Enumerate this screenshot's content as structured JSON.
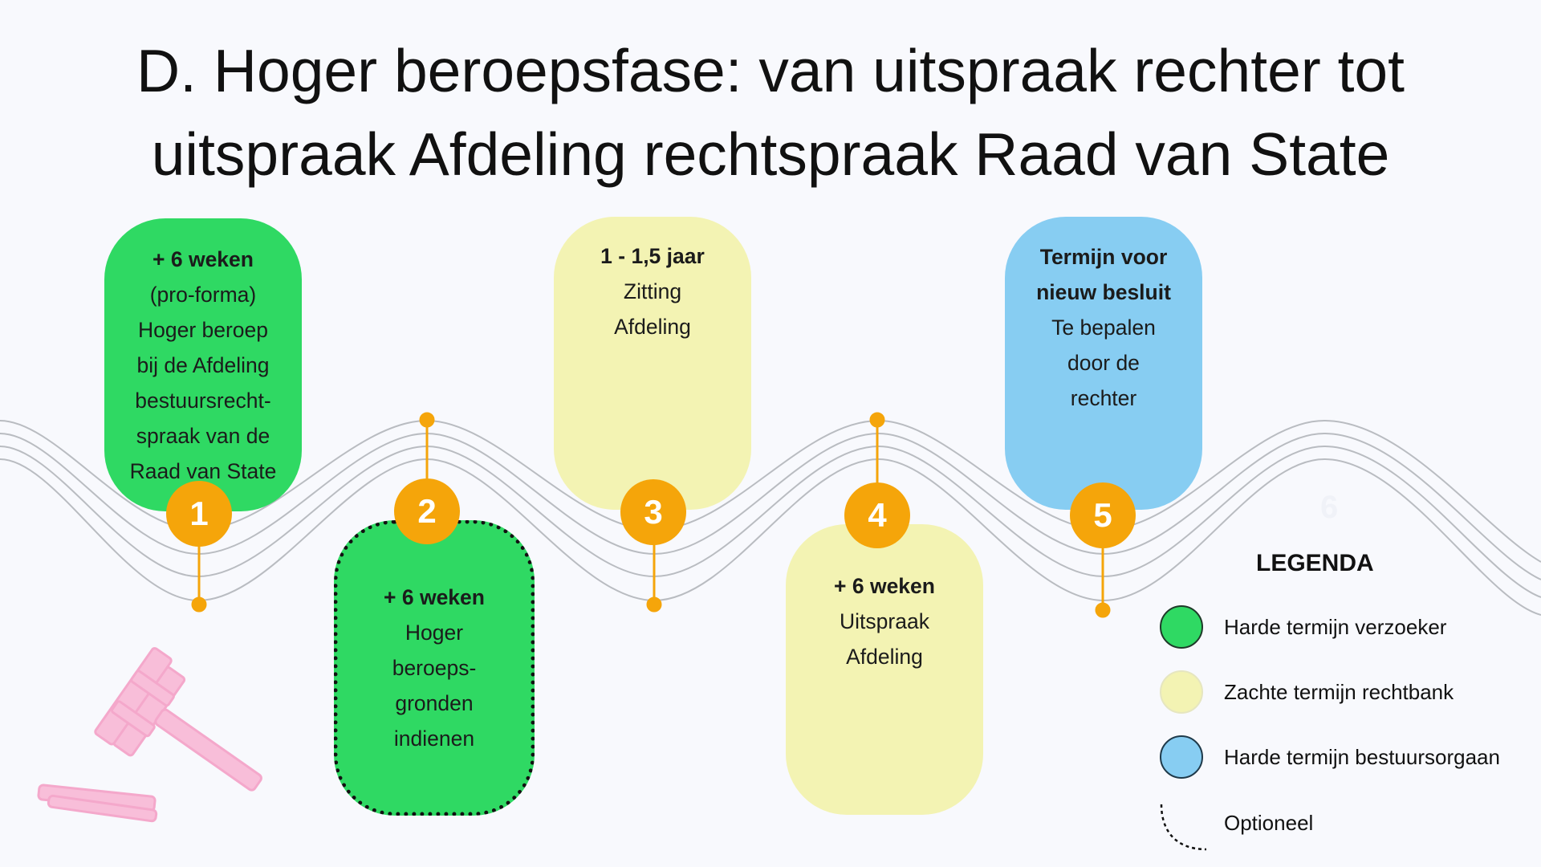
{
  "title": {
    "line1": "D. Hoger beroepsfase: van uitspraak rechter tot",
    "line2": "uitspraak Afdeling rechtspraak Raad van State"
  },
  "steps": [
    {
      "number": "1",
      "lines": [
        "+ 6 weken",
        "(pro-forma)",
        "Hoger beroep",
        "bij de Afdeling",
        "bestuursrecht-",
        "spraak van de",
        "Raad van State"
      ],
      "bold_lines": 1,
      "type": "green",
      "optional": false
    },
    {
      "number": "2",
      "lines": [
        "+ 6 weken",
        "Hoger",
        "beroeps-",
        "gronden",
        "indienen"
      ],
      "bold_lines": 1,
      "type": "green",
      "optional": true
    },
    {
      "number": "3",
      "lines": [
        "1 - 1,5 jaar",
        "Zitting",
        "Afdeling"
      ],
      "bold_lines": 1,
      "type": "yellow",
      "optional": false
    },
    {
      "number": "4",
      "lines": [
        "+ 6 weken",
        "Uitspraak",
        "Afdeling"
      ],
      "bold_lines": 1,
      "type": "yellow",
      "optional": false
    },
    {
      "number": "5",
      "lines": [
        "Termijn voor",
        "nieuw besluit",
        "Te bepalen",
        "door de",
        "rechter"
      ],
      "bold_lines": 2,
      "type": "blue",
      "optional": false
    }
  ],
  "ghost_number": "6",
  "legend": {
    "title": "LEGENDA",
    "items": [
      {
        "label": "Harde termijn verzoeker",
        "color": "#2fd963"
      },
      {
        "label": "Zachte termijn rechtbank",
        "color": "#f3f3b3"
      },
      {
        "label": "Harde termijn bestuursorgaan",
        "color": "#87cdf2"
      },
      {
        "label": "Optioneel"
      }
    ]
  },
  "colors": {
    "green": "#2fd963",
    "yellow": "#f3f3b3",
    "blue": "#87cdf2",
    "badge": "#f5a50a",
    "gavel": "#f9b8d6"
  }
}
